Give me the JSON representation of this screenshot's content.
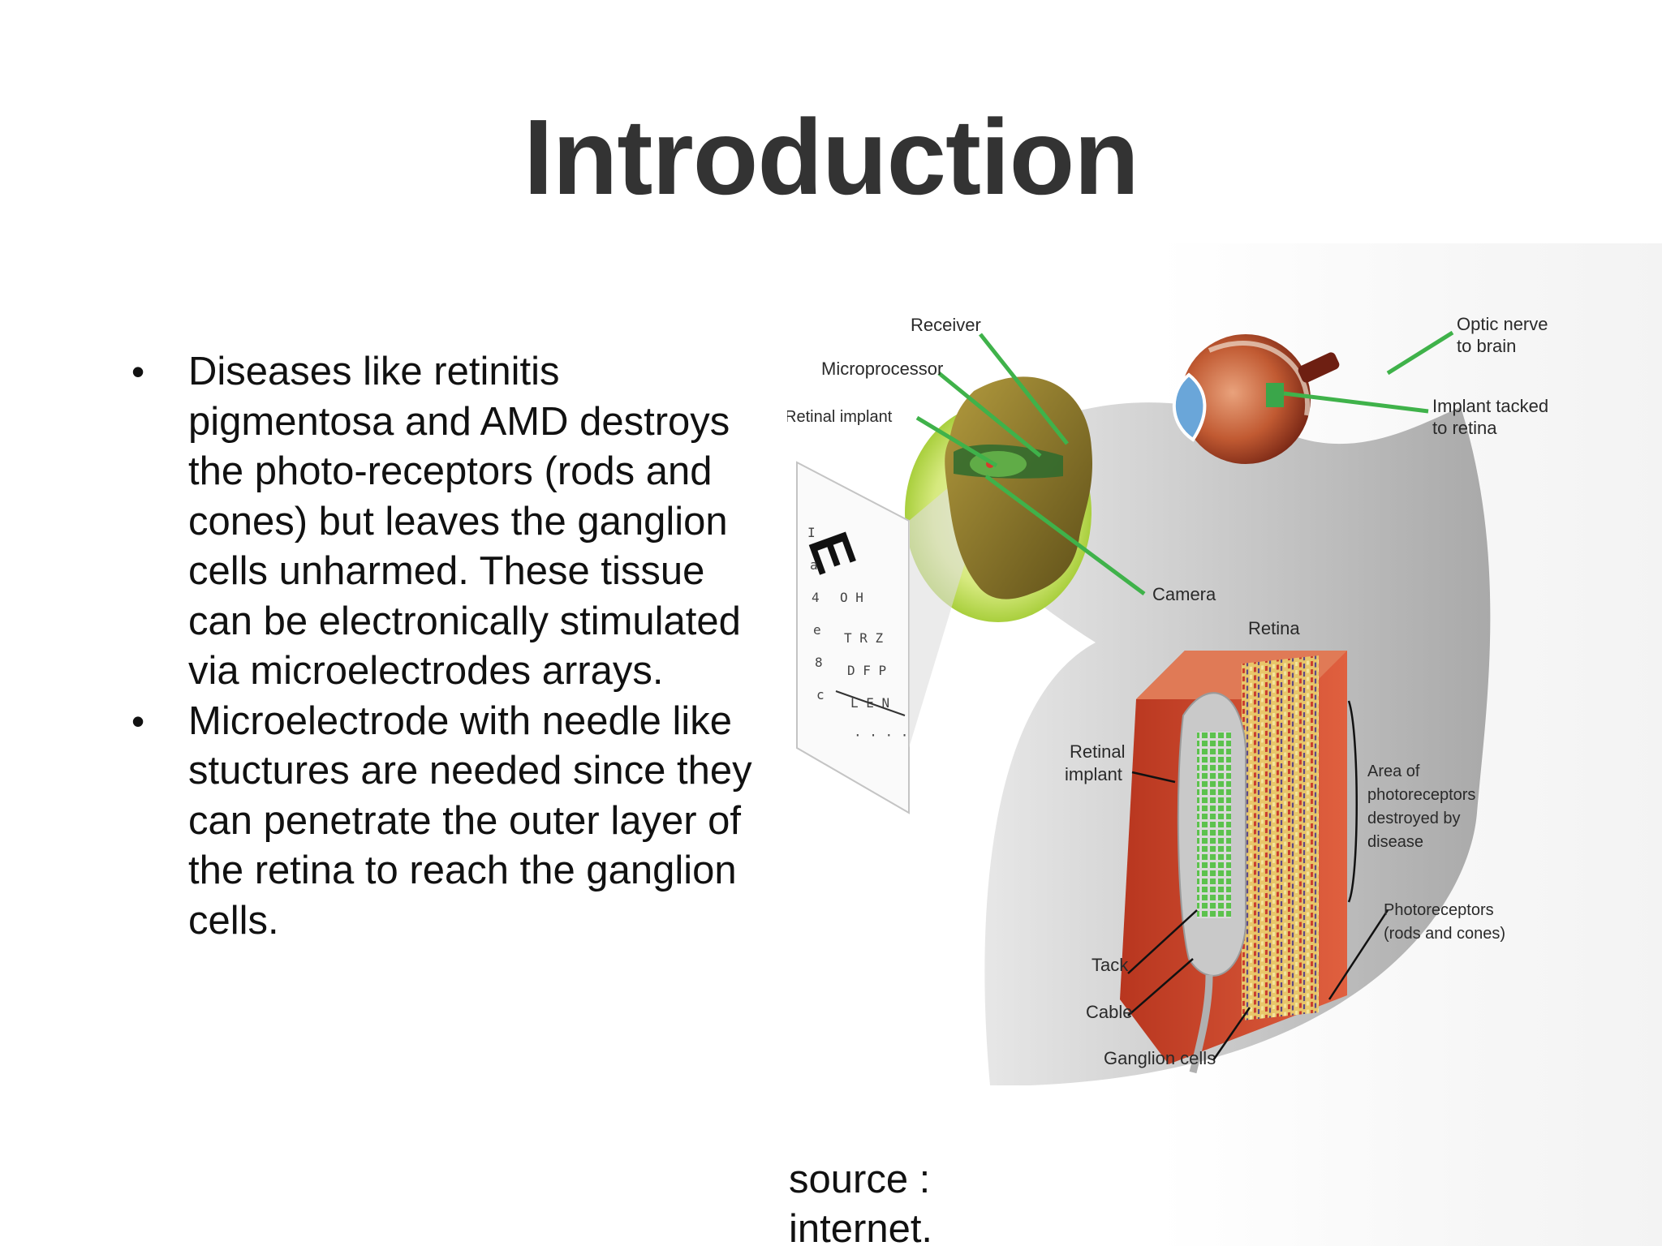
{
  "slide": {
    "title": "Introduction",
    "bullets": [
      {
        "lines": [
          "Diseases like retinitis",
          "pigmentosa and AMD destroys",
          "the photo-receptors (rods and",
          "cones) but leaves the ganglion",
          "cells unharmed. These tissue",
          "can be electronically stimulated",
          "via microelectrodes arrays."
        ]
      },
      {
        "lines": [
          "Microelectrode with needle like",
          "stuctures are needed since they",
          "can penetrate the outer layer of",
          "the retina to reach the ganglion",
          "cells."
        ]
      }
    ],
    "source": {
      "line1": "source :",
      "line2": "internet."
    }
  },
  "figure": {
    "labels": {
      "receiver": "Receiver",
      "microprocessor": "Microprocessor",
      "retinal_implant": "Retinal implant",
      "camera": "Camera",
      "optic_nerve_1": "Optic nerve",
      "optic_nerve_2": "to brain",
      "implant_tacked_1": "Implant tacked",
      "implant_tacked_2": "to retina",
      "retina": "Retina",
      "retinal_implant_1": "Retinal",
      "retinal_implant_2": "implant",
      "area_1": "Area of",
      "area_2": "photoreceptors",
      "area_3": "destroyed by",
      "area_4": "disease",
      "photoreceptors_1": "Photoreceptors",
      "photoreceptors_2": "(rods and cones)",
      "tack": "Tack",
      "cable": "Cable",
      "ganglion": "Ganglion cells"
    },
    "colors": {
      "pointer_green": "#3fb24a",
      "background_grey": "#b9b9b9",
      "tissue_red": "#d2452e",
      "head_olive": "#8c7a2a",
      "glow_green": "#c7e26a"
    }
  }
}
